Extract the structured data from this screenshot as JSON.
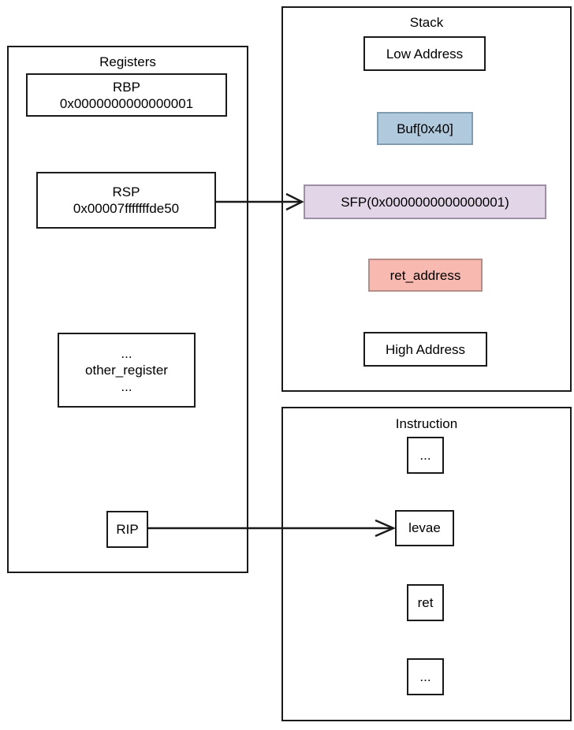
{
  "diagram": {
    "title_registers": "Registers",
    "title_stack": "Stack",
    "title_instruction": "Instruction"
  },
  "registers": {
    "panel_label": "Registers",
    "items": [
      {
        "name": "RBP",
        "value": "0x0000000000000001"
      },
      {
        "name": "RSP",
        "value": "0x00007fffffffde50"
      }
    ],
    "other": {
      "top_ellipsis": "...",
      "label": "other_register",
      "bottom_ellipsis": "..."
    },
    "rip": {
      "name": "RIP"
    }
  },
  "stack": {
    "panel_label": "Stack",
    "slots": [
      {
        "label": "Low Address",
        "kind": "plain"
      },
      {
        "label": "Buf[0x40]",
        "kind": "buf"
      },
      {
        "label": "SFP(0x0000000000000001)",
        "kind": "sfp"
      },
      {
        "label": "ret_address",
        "kind": "ret"
      },
      {
        "label": "High Address",
        "kind": "plain"
      }
    ]
  },
  "instruction": {
    "panel_label": "Instruction",
    "items": [
      {
        "label": "..."
      },
      {
        "label": "levae"
      },
      {
        "label": "ret"
      },
      {
        "label": "..."
      }
    ]
  },
  "colors": {
    "stroke": "#1a1a1a",
    "buf_fill": "#b0c9dd",
    "sfp_fill": "#e1d5e7",
    "ret_fill": "#f8b9b0",
    "background": "#ffffff"
  },
  "arrows": [
    {
      "from": "RSP",
      "to": "SFP(0x0000000000000001)"
    },
    {
      "from": "RIP",
      "to": "levae"
    }
  ]
}
